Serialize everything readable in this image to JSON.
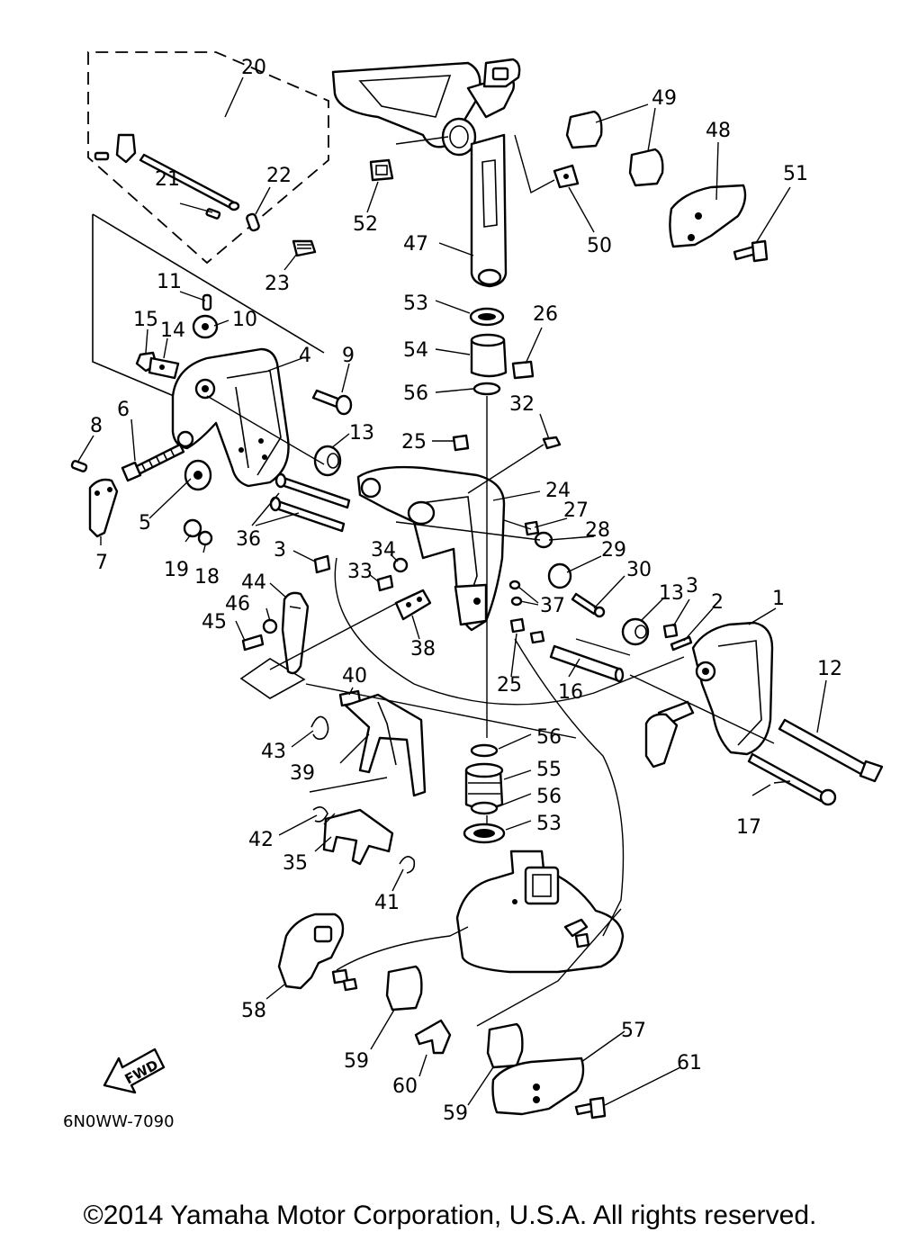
{
  "callouts": {
    "c20": "20",
    "c21": "21",
    "c22": "22",
    "c23": "23",
    "c11": "11",
    "c15": "15",
    "c14": "14",
    "c10": "10",
    "c4": "4",
    "c9": "9",
    "c8": "8",
    "c6": "6",
    "c7": "7",
    "c5": "5",
    "c13a": "13",
    "c36": "36",
    "c19": "19",
    "c18": "18",
    "c3a": "3",
    "c34": "34",
    "c33": "33",
    "c44": "44",
    "c46": "46",
    "c45": "45",
    "c38": "38",
    "c25a": "25",
    "c25b": "25",
    "c32": "32",
    "c24": "24",
    "c27": "27",
    "c28": "28",
    "c29": "29",
    "c30": "30",
    "c37": "37",
    "c13b": "13",
    "c3b": "3",
    "c2": "2",
    "c1": "1",
    "c12": "12",
    "c16": "16",
    "c17": "17",
    "c40": "40",
    "c43": "43",
    "c39": "39",
    "c56a": "56",
    "c55": "55",
    "c56b": "56",
    "c53b": "53",
    "c42": "42",
    "c35": "35",
    "c41": "41",
    "c58": "58",
    "c59a": "59",
    "c60": "60",
    "c59b": "59",
    "c57": "57",
    "c61": "61",
    "c47": "47",
    "c52": "52",
    "c50": "50",
    "c49": "49",
    "c48": "48",
    "c51": "51",
    "c53a": "53",
    "c54": "54",
    "c26": "26",
    "c56c": "56"
  },
  "fwd_label": "FWD",
  "diagram_code": "6N0WW-7090",
  "copyright": "©2014 Yamaha Motor Corporation, U.S.A. All rights reserved."
}
